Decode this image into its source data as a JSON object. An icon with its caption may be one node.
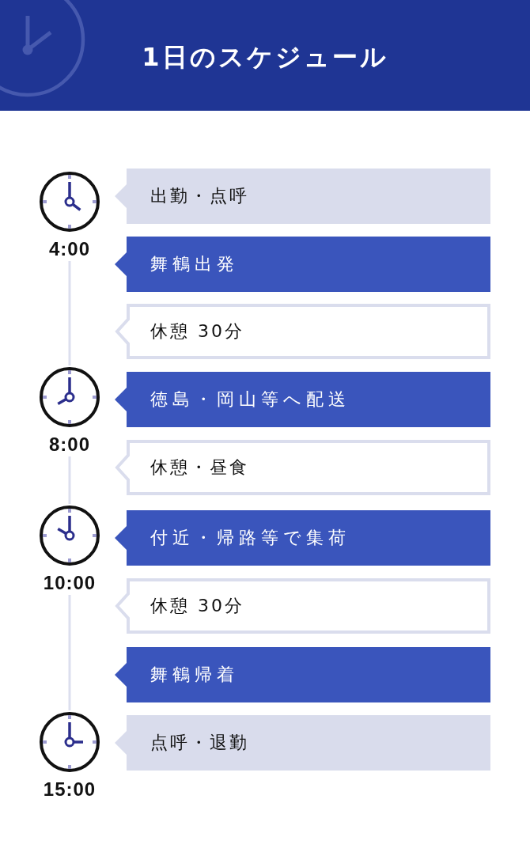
{
  "diagram": {
    "title": "1日のスケジュール",
    "nodes": [
      {
        "text": [],
        "shape": "picture",
        "beside": [
          "4:00"
        ]
      },
      {
        "text": [
          "出勤・点呼"
        ]
      },
      {
        "text": [
          "舞鶴出発"
        ]
      },
      {
        "text": [
          "休憩 30分"
        ]
      },
      {
        "text": [],
        "shape": "picture",
        "beside": [
          "8:00"
        ]
      },
      {
        "text": [
          "徳島・岡山等へ配送"
        ]
      },
      {
        "text": [
          "休憩・昼食"
        ]
      },
      {
        "text": [],
        "shape": "picture",
        "beside": [
          "10:00"
        ]
      },
      {
        "text": [
          "付近・帰路等で集荷"
        ]
      },
      {
        "text": [
          "休憩 30分"
        ]
      },
      {
        "text": [
          "舞鶴帰着"
        ]
      },
      {
        "text": [],
        "shape": "picture",
        "beside": [
          "15:00"
        ]
      },
      {
        "text": [
          "点呼・退勤"
        ]
      }
    ],
    "edges": [
      {
        "from": 0,
        "to": 4,
        "arrow": "none"
      },
      {
        "from": 4,
        "to": 7,
        "arrow": "none"
      },
      {
        "from": 7,
        "to": 11,
        "arrow": "none"
      }
    ]
  }
}
